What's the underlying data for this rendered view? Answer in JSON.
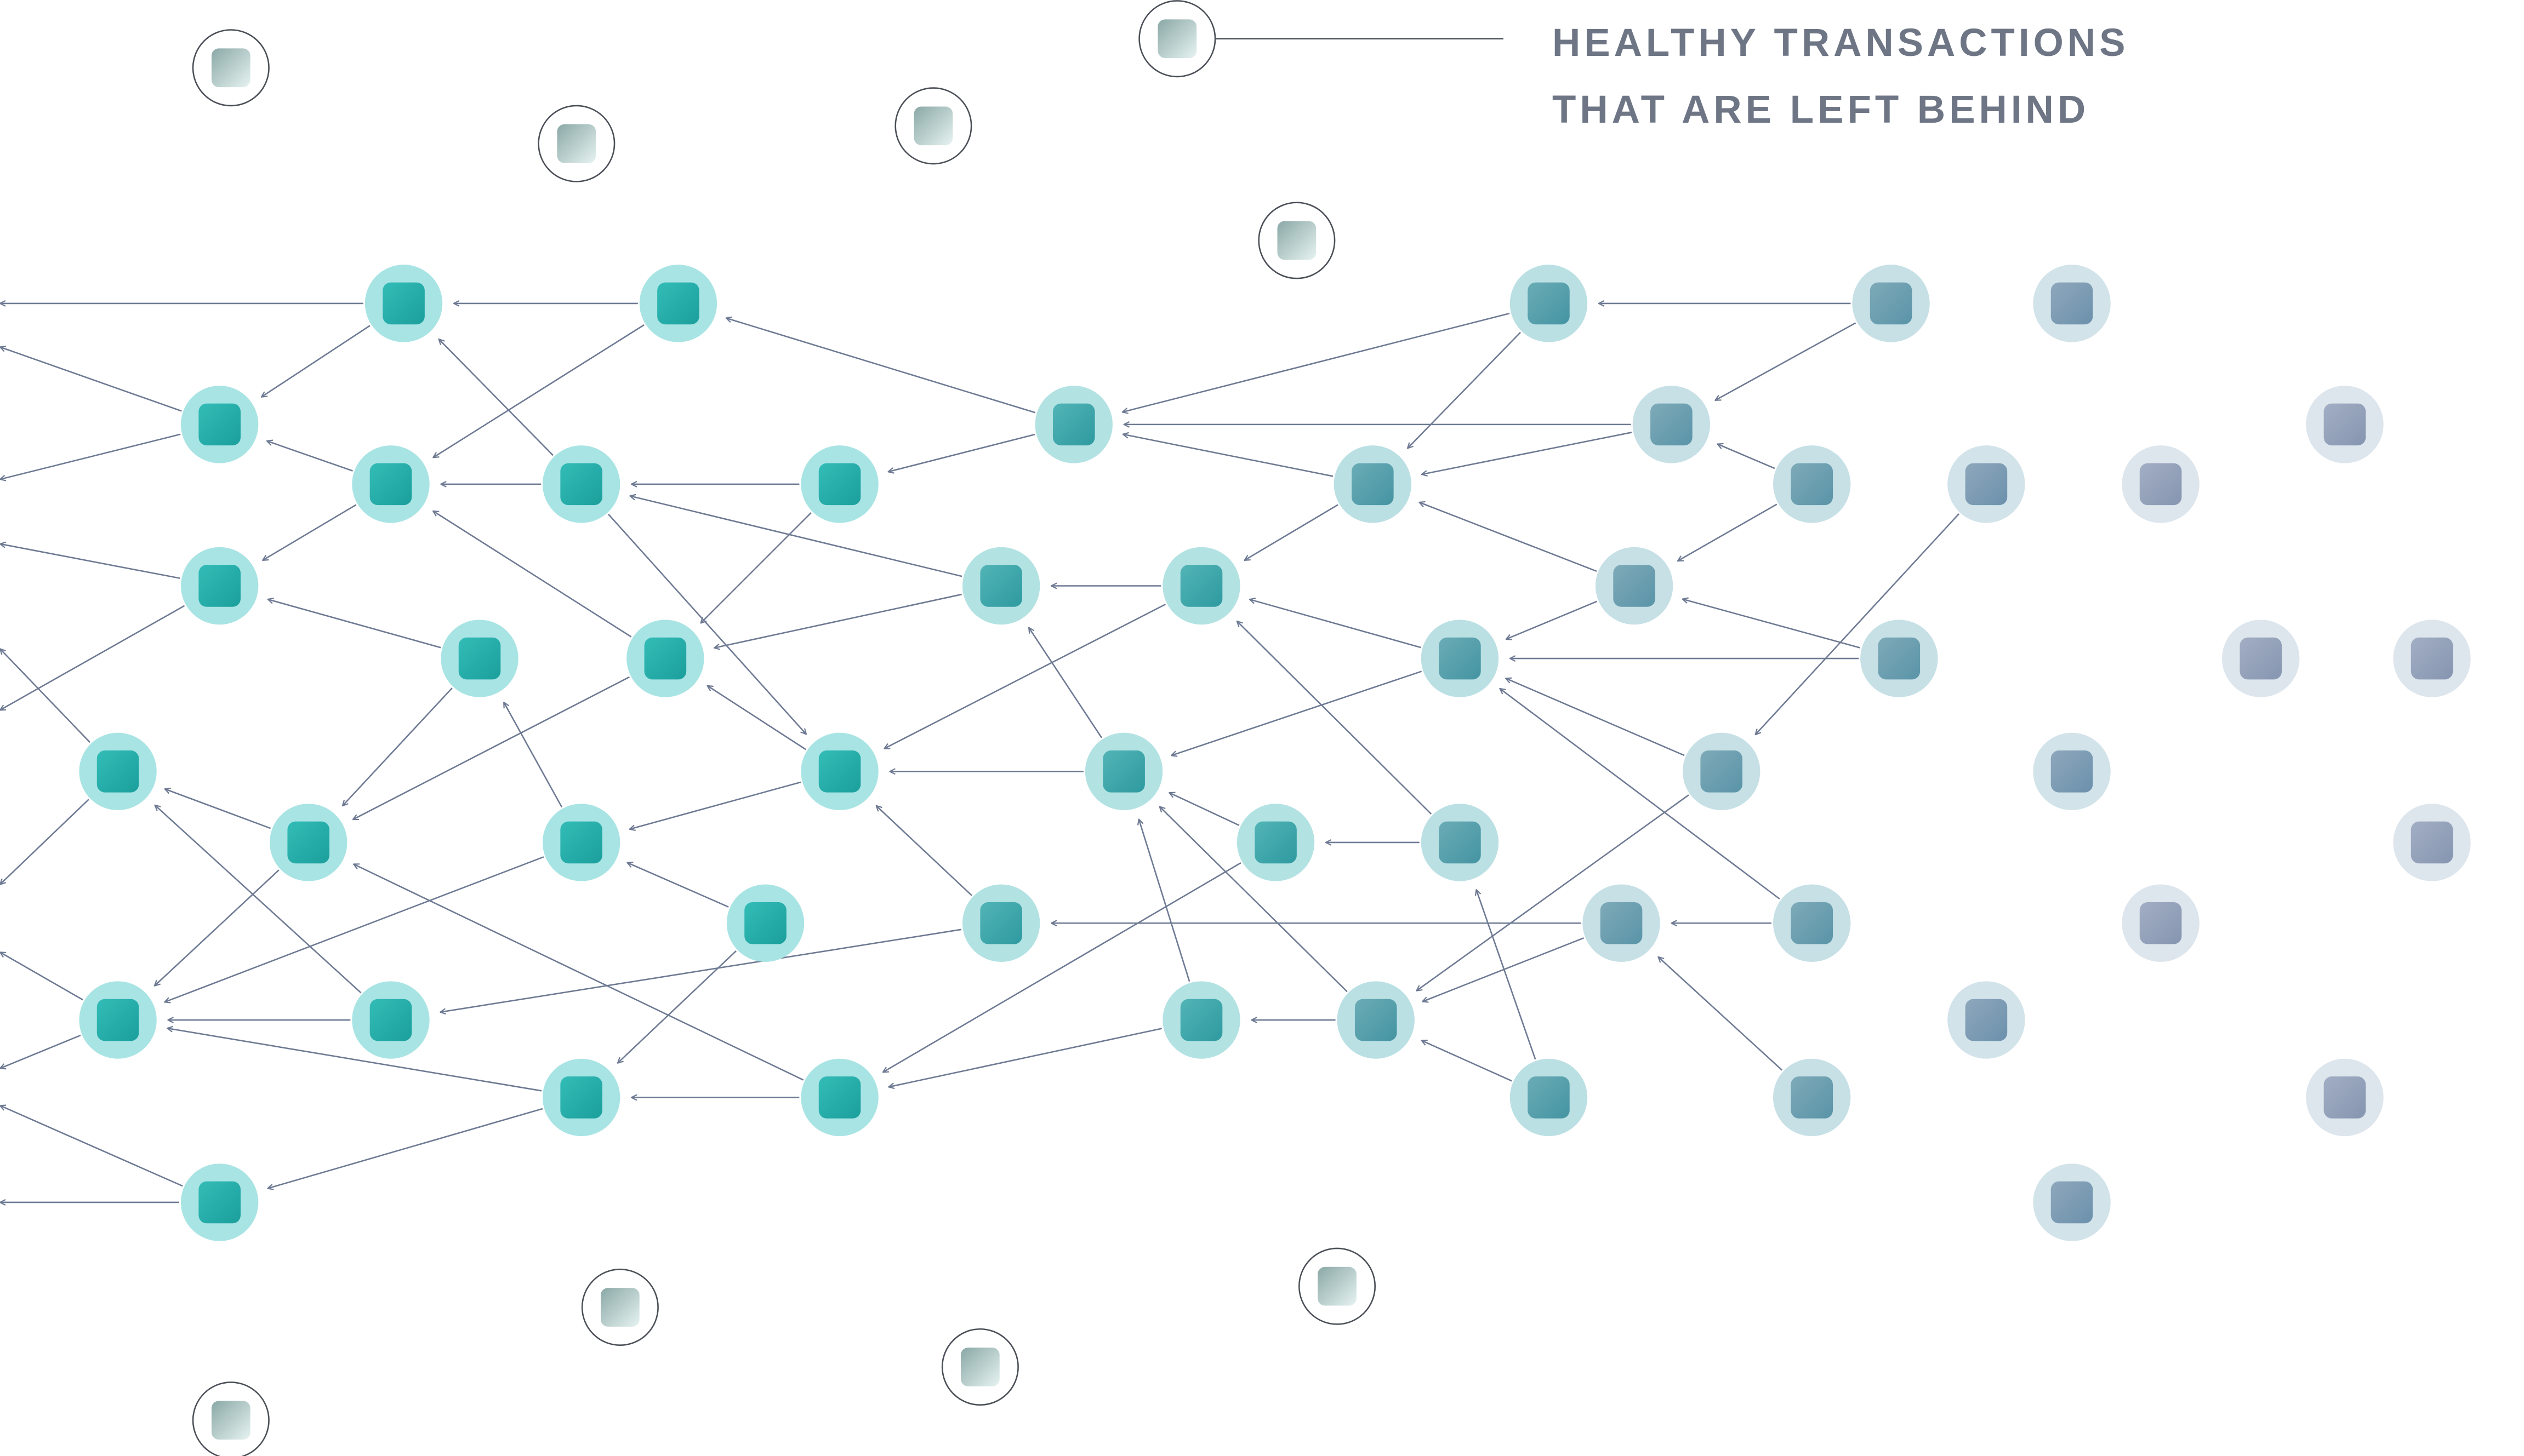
{
  "annotation": {
    "line1": "HEALTHY TRANSACTIONS",
    "line2": "THAT ARE LEFT BEHIND"
  },
  "colors": {
    "edge": "#6e7a93",
    "caption": "#6e7686",
    "orphan_ring": "#4b4f57"
  },
  "diagram": {
    "node_kinds": [
      "transaction-node",
      "orphan-transaction"
    ],
    "edge_kind": "arrow",
    "edge_direction": "leftward"
  }
}
